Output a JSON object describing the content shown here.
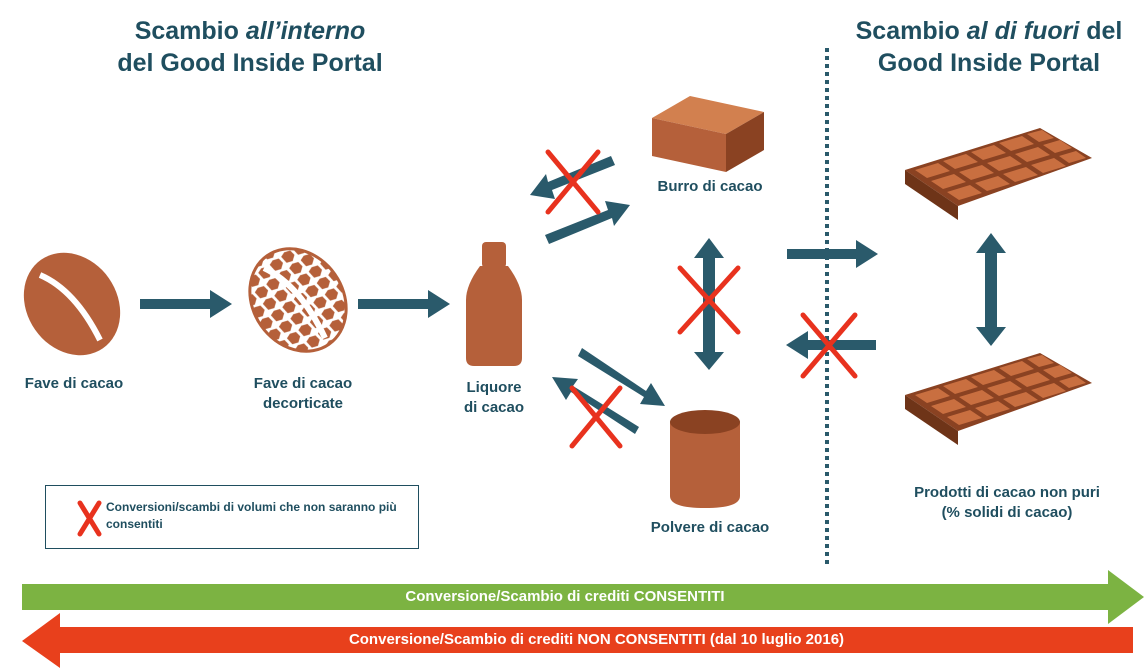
{
  "headings": {
    "left": {
      "line1_plain": "Scambio ",
      "line1_emph": "all’interno",
      "line2": "del Good Inside Portal"
    },
    "right": {
      "line1_plain": "Scambio ",
      "line1_emph": "al di fuori",
      "line1_tail": " del",
      "line2": "Good Inside Portal"
    }
  },
  "products": {
    "fave": "Fave di cacao",
    "fave_decorticate_1": "Fave di cacao",
    "fave_decorticate_2": "decorticate",
    "liquore_1": "Liquore",
    "liquore_2": "di cacao",
    "burro": "Burro di cacao",
    "polvere": "Polvere di cacao",
    "non_puri_1": "Prodotti di cacao non puri",
    "non_puri_2": "(% solidi di cacao)"
  },
  "legend": {
    "text": "Conversioni/scambi di volumi che non saranno più consentiti"
  },
  "bands": {
    "allowed": "Conversione/Scambio di crediti CONSENTITI",
    "not_allowed": "Conversione/Scambio di crediti NON CONSENTITI (dal 10 luglio 2016)"
  },
  "colors": {
    "text": "#1f4e5f",
    "arrow": "#2a5a6b",
    "cocoa": "#b5603a",
    "cocoa_dark": "#8a4222",
    "cross": "#e8321e",
    "green": "#7cb342",
    "red": "#e8401c"
  }
}
